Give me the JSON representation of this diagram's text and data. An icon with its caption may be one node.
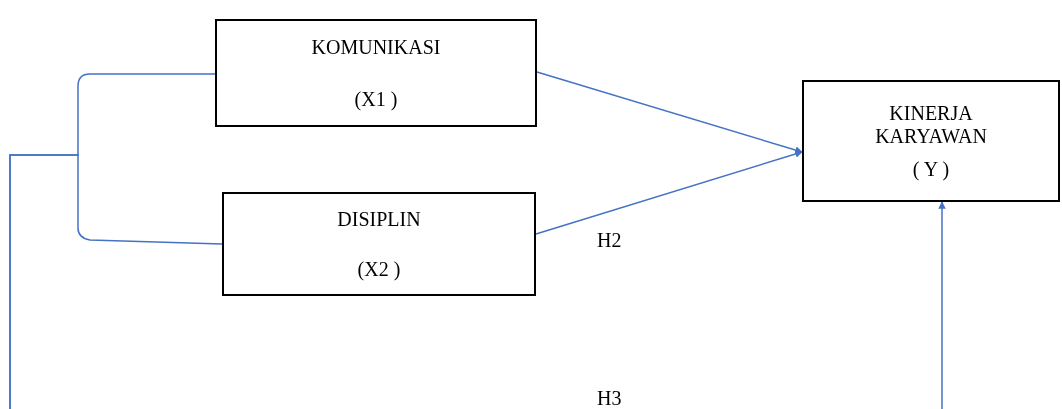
{
  "diagram": {
    "nodes": [
      {
        "text": [
          "KOMUNIKASI",
          "(X1 )"
        ]
      },
      {
        "text": [
          "DISIPLIN",
          "(X2 )"
        ]
      },
      {
        "text": [
          "KINERJA KARYAWAN",
          "( Y )"
        ]
      }
    ],
    "edges": [
      {
        "from": 0,
        "to": 2,
        "arrow": "to"
      },
      {
        "from": 1,
        "to": 2,
        "arrow": "to"
      },
      {
        "from": 0,
        "to": null,
        "arrow": "none"
      },
      {
        "from": 1,
        "to": null,
        "arrow": "none"
      },
      {
        "from": null,
        "to": 2,
        "arrow": "to"
      }
    ],
    "labels": [
      "H2",
      "H3"
    ]
  }
}
